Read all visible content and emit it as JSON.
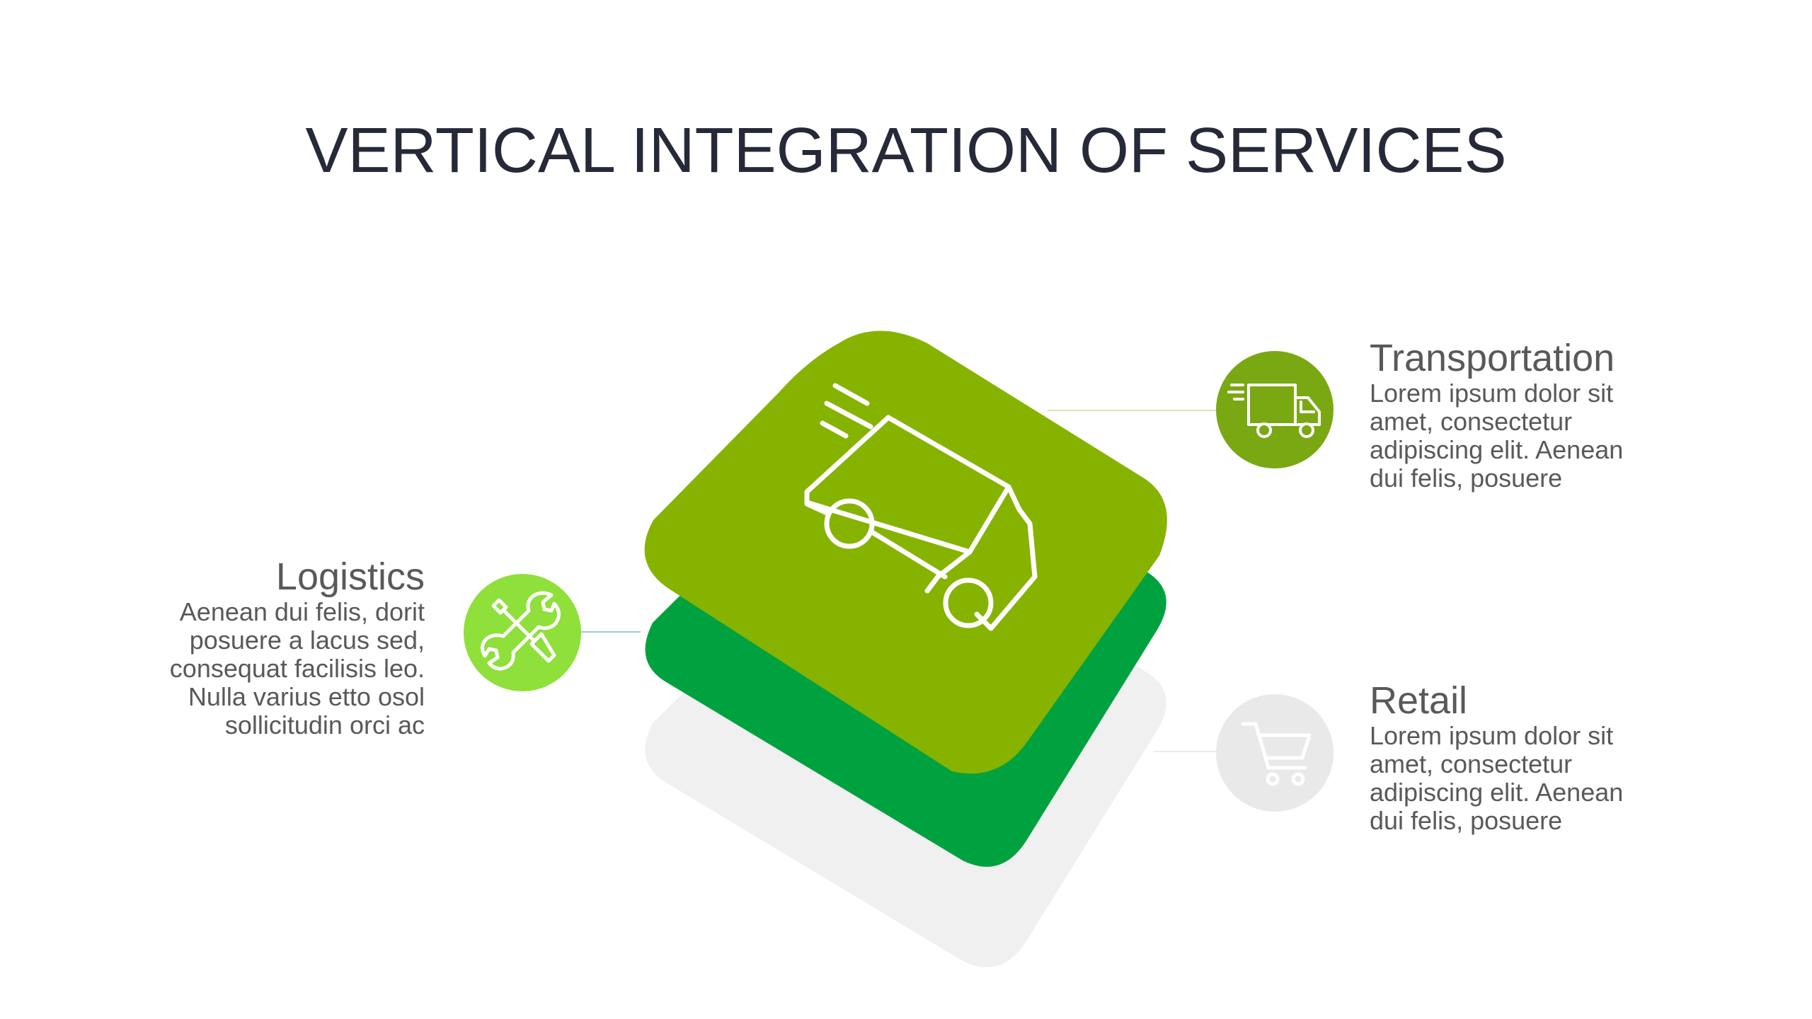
{
  "title": "VERTICAL INTEGRATION OF SERVICES",
  "colors": {
    "top_layer": "#86b300",
    "middle_layer": "#00a23f",
    "bottom_layer": "#f0f0f0",
    "logistics_circle": "#8fe03a",
    "transportation_circle": "#7aa813",
    "retail_circle": "#e9e9e9",
    "text": "#595959",
    "title": "#262a38"
  },
  "icons": {
    "center": "delivery-truck-icon",
    "logistics": "wrench-screwdriver-icon",
    "transportation": "fast-truck-icon",
    "retail": "shopping-cart-icon"
  },
  "logistics": {
    "heading": "Logistics",
    "lines": [
      "Aenean dui felis, dorit",
      "posuere a lacus sed,",
      "consequat facilisis leo.",
      "Nulla varius etto osol",
      "sollicitudin orci ac"
    ]
  },
  "transportation": {
    "heading": "Transportation",
    "lines": [
      "Lorem ipsum dolor sit",
      "amet, consectetur",
      "adipiscing elit. Aenean",
      "dui felis, posuere"
    ]
  },
  "retail": {
    "heading": "Retail",
    "lines": [
      "Lorem ipsum dolor sit",
      "amet, consectetur",
      "adipiscing elit. Aenean",
      "dui felis, posuere"
    ]
  }
}
